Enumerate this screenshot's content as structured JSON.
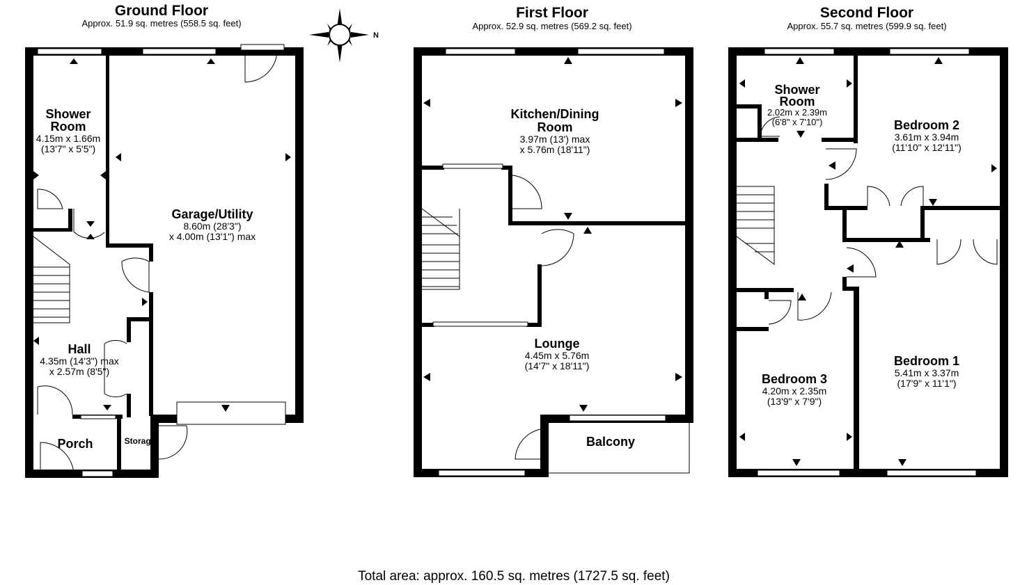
{
  "floors": [
    {
      "title": "Ground Floor",
      "subtitle": "Approx. 51.9 sq. metres (558.5 sq. feet)",
      "rooms": {
        "shower_room": {
          "name_line1": "Shower",
          "name_line2": "Room",
          "dim1": "4.15m x 1.66m",
          "dim2": "(13'7\" x 5'5\")"
        },
        "garage": {
          "name": "Garage/Utility",
          "dim1": "8.60m (28'3\")",
          "dim2": "x 4.00m (13'1\") max"
        },
        "hall": {
          "name": "Hall",
          "dim1": "4.35m (14'3\") max",
          "dim2": "x 2.57m (8'5\")"
        },
        "porch": {
          "name": "Porch"
        },
        "storage": {
          "name": "Storage"
        }
      }
    },
    {
      "title": "First Floor",
      "subtitle": "Approx. 52.9 sq. metres (569.2 sq. feet)",
      "rooms": {
        "kitchen": {
          "name_line1": "Kitchen/Dining",
          "name_line2": "Room",
          "dim1": "3.97m (13') max",
          "dim2": "x 5.76m (18'11\")"
        },
        "lounge": {
          "name": "Lounge",
          "dim1": "4.45m x 5.76m",
          "dim2": "(14'7\" x 18'11\")"
        },
        "balcony": {
          "name": "Balcony"
        }
      }
    },
    {
      "title": "Second Floor",
      "subtitle": "Approx. 55.7 sq. metres (599.9 sq. feet)",
      "rooms": {
        "shower_room": {
          "name_line1": "Shower",
          "name_line2": "Room",
          "dim1": "2.02m x 2.39m",
          "dim2": "(6'8\" x 7'10\")"
        },
        "bedroom2": {
          "name": "Bedroom 2",
          "dim1": "3.61m x 3.94m",
          "dim2": "(11'10\" x 12'11\")"
        },
        "bedroom1": {
          "name": "Bedroom 1",
          "dim1": "5.41m x 3.37m",
          "dim2": "(17'9\" x 11'1\")"
        },
        "bedroom3": {
          "name": "Bedroom 3",
          "dim1": "4.20m x 2.35m",
          "dim2": "(13'9\" x 7'9\")"
        }
      }
    }
  ],
  "compass": {
    "label": "N",
    "icon": "compass-icon"
  },
  "total_area": "Total area: approx. 160.5 sq. metres (1727.5 sq. feet)",
  "colors": {
    "wall": "#000000",
    "window": "#ffffff",
    "background": "#ffffff"
  }
}
